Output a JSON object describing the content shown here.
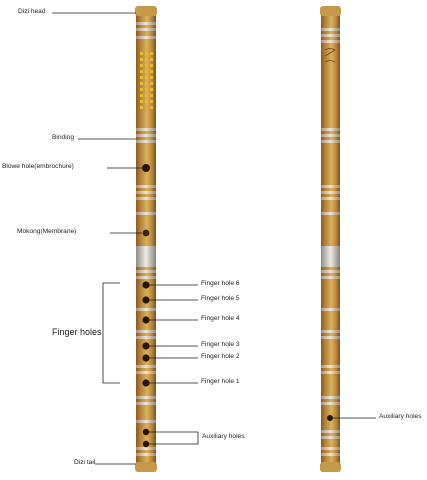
{
  "labels": {
    "dizi_head": "Dizi head",
    "binding": "Binding",
    "blowe_hole": "Blowe hole(embrochure)",
    "mokong": "Mokong(Membrane)",
    "finger_holes": "Finger holes",
    "finger_hole_6": "Finger hole 6",
    "finger_hole_5": "Finger hole 5",
    "finger_hole_4": "Finger hole 4",
    "finger_hole_3": "Finger hole 3",
    "finger_hole_2": "Finger hole 2",
    "finger_hole_1": "Finger hole 1",
    "auxiliary_holes_left": "Auxiliary holes",
    "auxiliary_holes_right": "Auxiliary holes",
    "dizi_tail": "Dizi tail"
  },
  "colors": {
    "bamboo_light": "#d9b25c",
    "bamboo_mid": "#b8863a",
    "bamboo_dark": "#8a5a22",
    "binding_band": "#d8c3a8",
    "membrane_band": "#c9c6bb",
    "hole": "#2a1608",
    "leader_line": "#1e1e1e",
    "gold_decoration": "#e8b92a"
  }
}
